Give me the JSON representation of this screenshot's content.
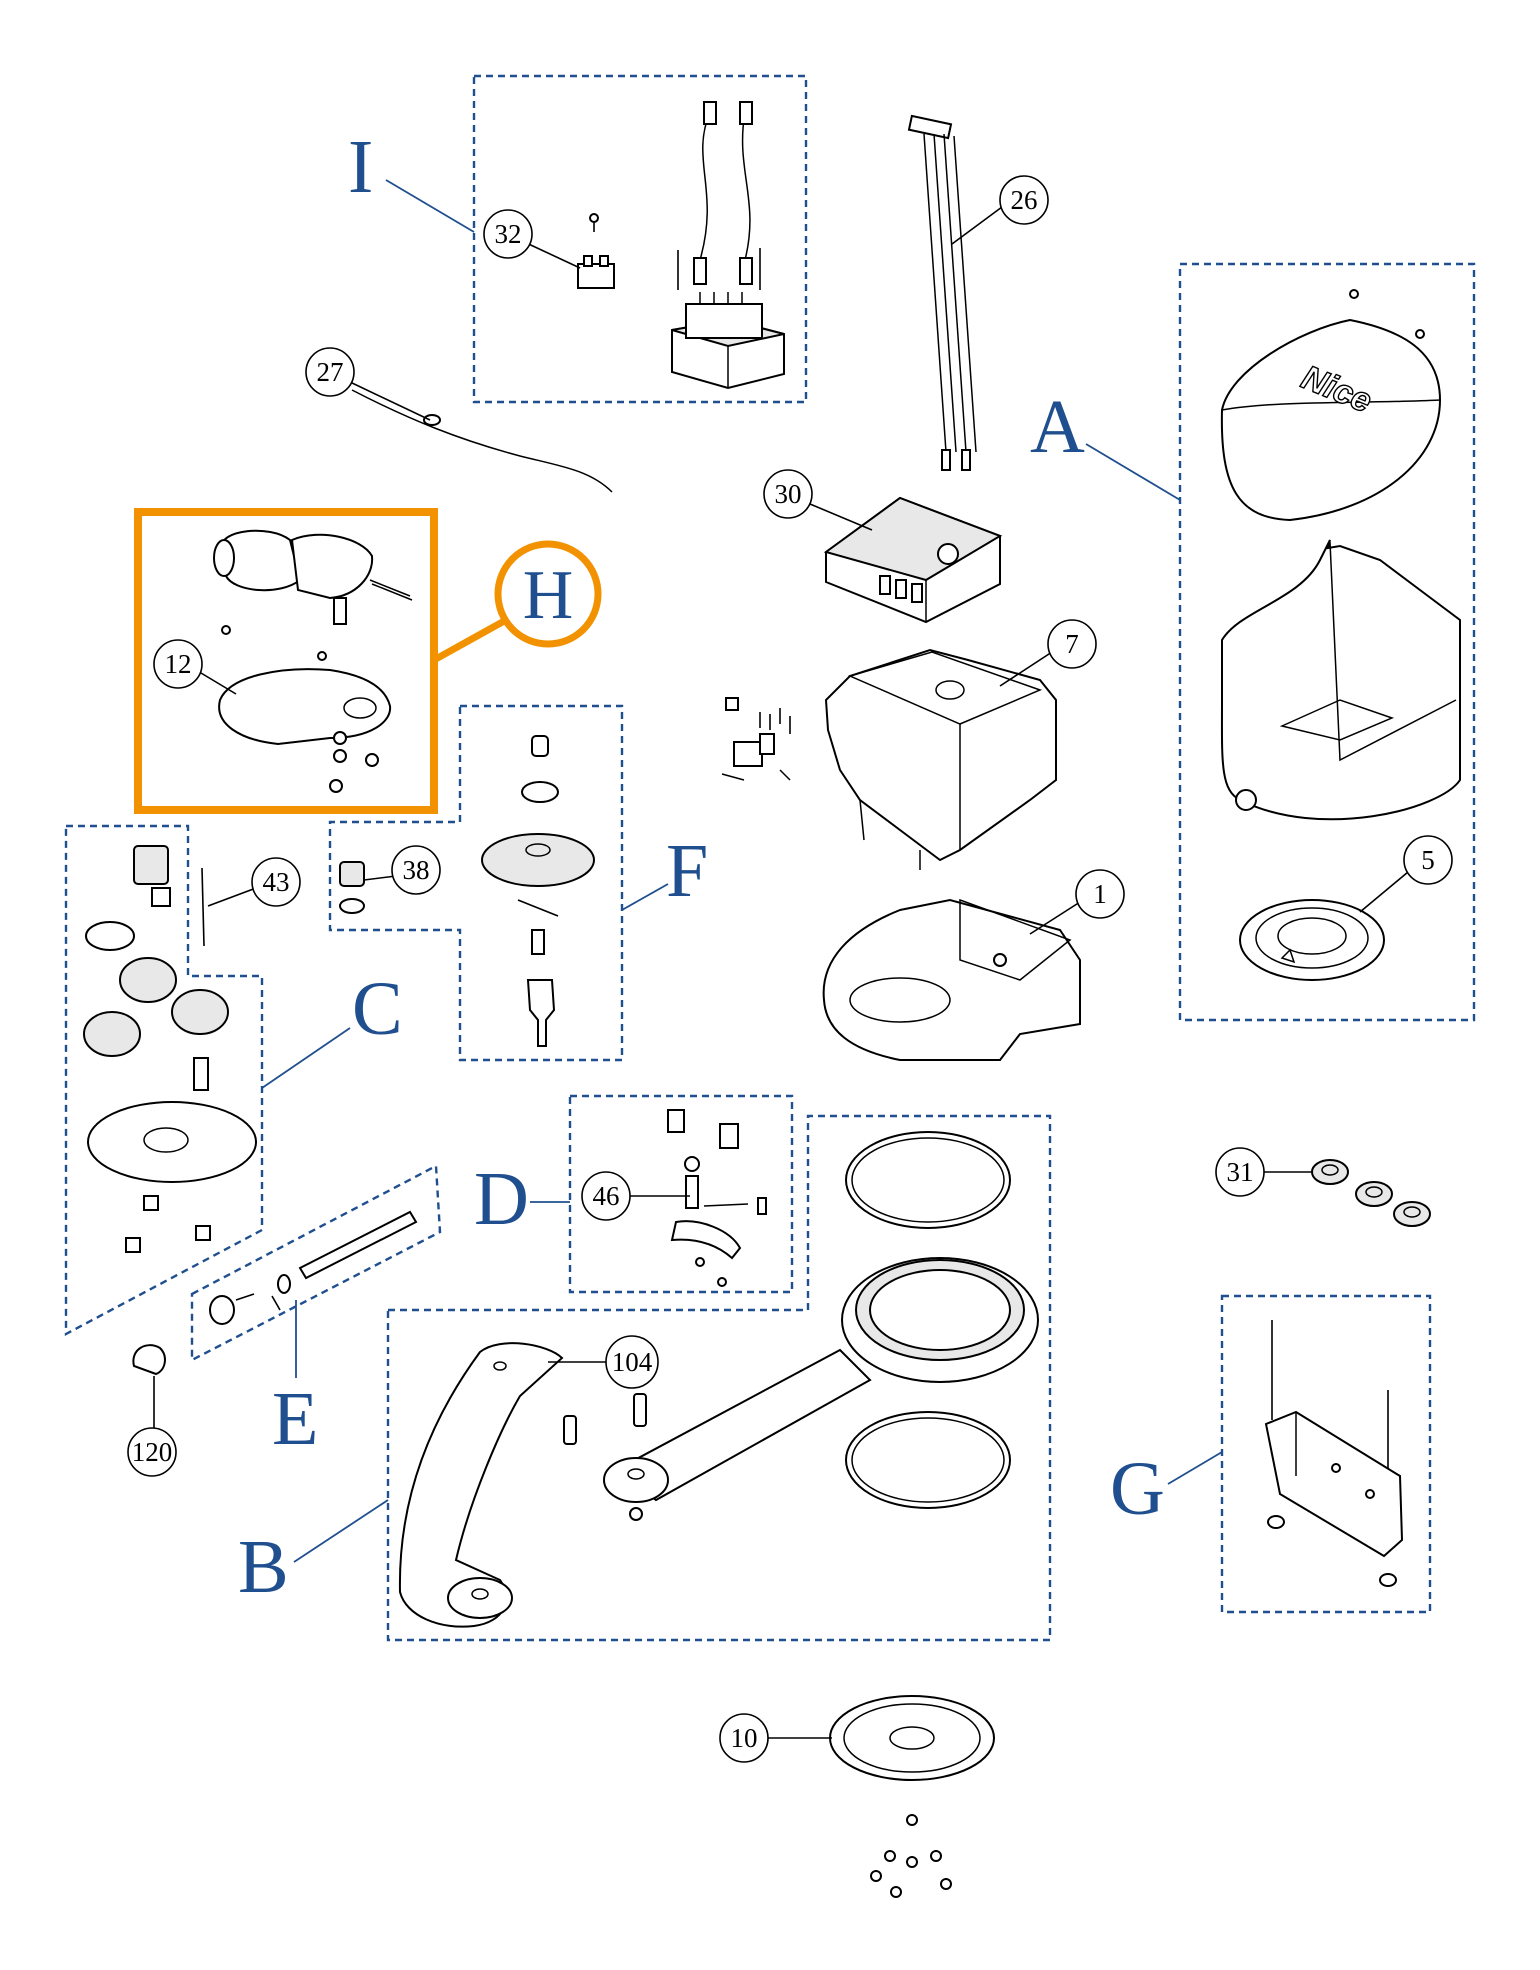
{
  "groups": {
    "A": "A",
    "B": "B",
    "C": "C",
    "D": "D",
    "E": "E",
    "F": "F",
    "G": "G",
    "H": "H",
    "I": "I"
  },
  "callouts": {
    "c1": "1",
    "c5": "5",
    "c7": "7",
    "c10": "10",
    "c12": "12",
    "c26": "26",
    "c27": "27",
    "c30": "30",
    "c31": "31",
    "c32": "32",
    "c38": "38",
    "c43": "43",
    "c46": "46",
    "c104": "104",
    "c120": "120"
  },
  "brand_text": "Nice",
  "colors": {
    "group_label": "#1f4f8f",
    "highlight": "#f39200"
  }
}
